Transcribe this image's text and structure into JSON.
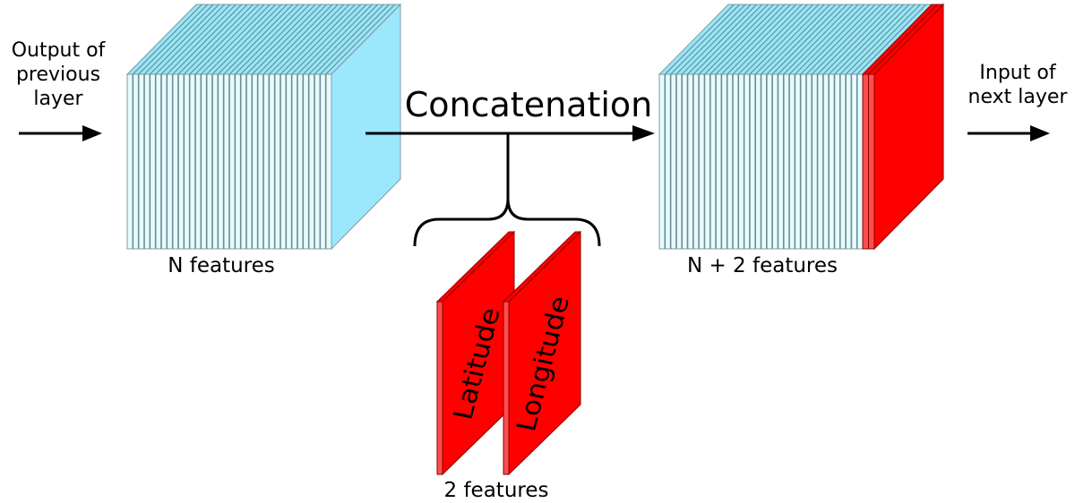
{
  "colors": {
    "front_fill": "#e6fbff",
    "stripe_line": "#6f8a90",
    "top_fill": "#9ce4f4",
    "top_stripe": "#4f8c99",
    "side_fill": "#9be8fd",
    "edge": "#7d9ca3",
    "red": "#ff0000",
    "red_light": "#ff4d4d",
    "red_edge": "#8a0000",
    "arrow": "#000000"
  },
  "input": {
    "label_lines": [
      "Output of",
      "previous",
      "layer"
    ]
  },
  "output": {
    "label_lines": [
      "Input of",
      "next layer"
    ]
  },
  "operation": {
    "label": "Concatenation"
  },
  "left_block": {
    "label": "N features",
    "num_slices": 36
  },
  "right_block": {
    "label": "N + 2 features",
    "num_slices": 36,
    "added_slices": 2
  },
  "extra_features": {
    "label": "2 features",
    "panels": [
      {
        "name": "latitude",
        "label": "Latitude"
      },
      {
        "name": "longitude",
        "label": "Longitude"
      }
    ]
  }
}
